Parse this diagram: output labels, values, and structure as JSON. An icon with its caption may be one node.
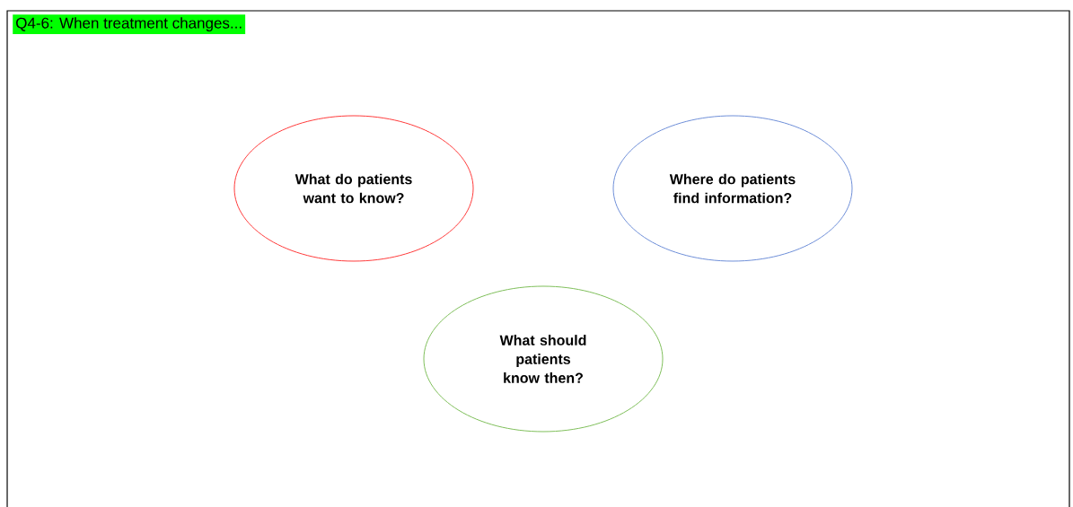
{
  "diagram": {
    "title": "Q4-6: When treatment changes...",
    "nodes": [
      {
        "text": [
          "What do patients want to know?"
        ]
      },
      {
        "text": [
          "Where do patients find information?"
        ]
      },
      {
        "text": [
          "What should patients know then?"
        ]
      }
    ]
  }
}
